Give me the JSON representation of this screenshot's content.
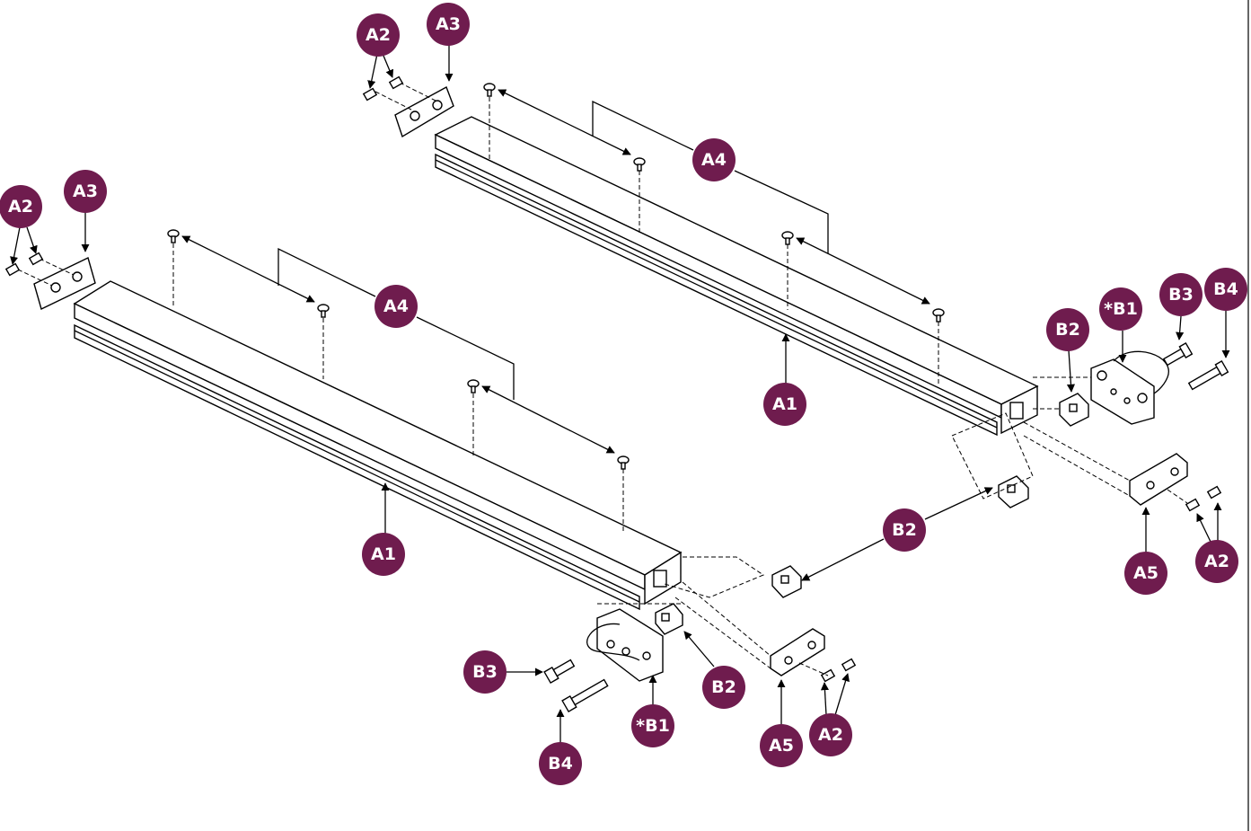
{
  "callout_color": "#6f1c4e",
  "callouts": {
    "top_a2": "A2",
    "top_a3": "A3",
    "top_a4": "A4",
    "top_a1": "A1",
    "left_a2": "A2",
    "left_a3": "A3",
    "left_a4": "A4",
    "left_a1": "A1",
    "right_b1": "*B1",
    "right_b2": "B2",
    "right_b3": "B3",
    "right_b4": "B4",
    "right_a5": "A5",
    "right_a2": "A2",
    "mid_b2": "B2",
    "bot_b3": "B3",
    "bot_b4": "B4",
    "bot_b1": "*B1",
    "bot_b2": "B2",
    "bot_a5": "A5",
    "bot_a2": "A2"
  }
}
